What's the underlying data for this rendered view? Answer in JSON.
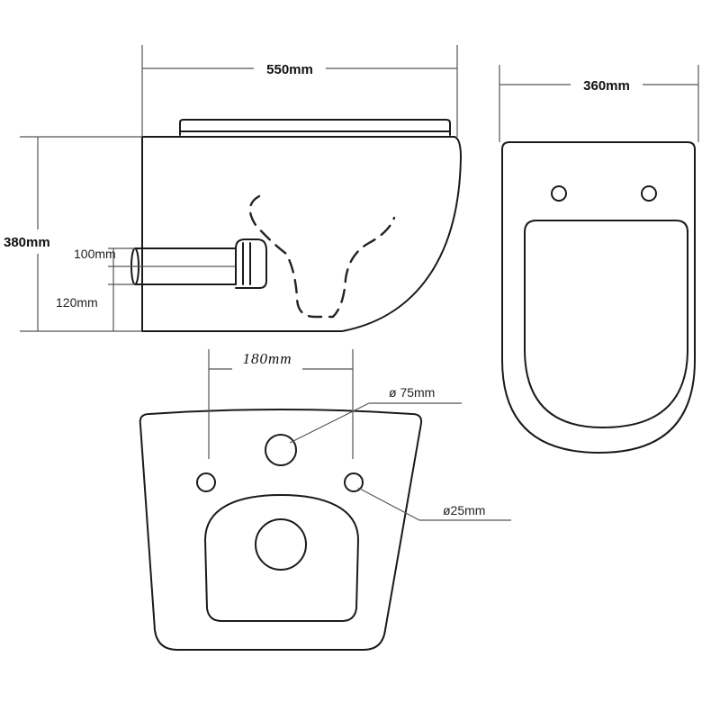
{
  "dimensions": {
    "side_length": "550mm",
    "total_height": "380mm",
    "outlet_diameter": "100mm",
    "outlet_height": "120mm",
    "front_width": "360mm",
    "fixing_spacing": "180mm",
    "waste_hole": "ø 75mm",
    "fixing_hole": "ø25mm"
  }
}
